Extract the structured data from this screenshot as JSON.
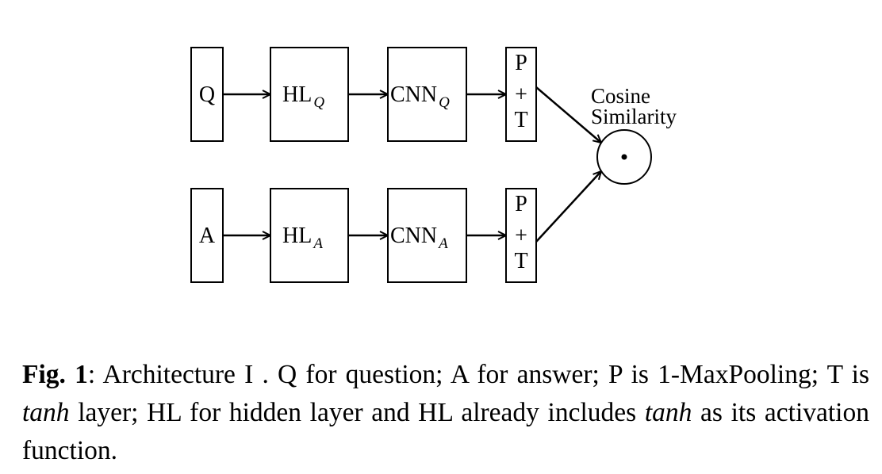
{
  "diagram": {
    "top_row": {
      "input": "Q",
      "hidden_layer": {
        "base": "HL",
        "sub": "Q"
      },
      "cnn": {
        "base": "CNN",
        "sub": "Q"
      },
      "pool": {
        "top": "P",
        "mid": "+",
        "bottom": "T"
      }
    },
    "bottom_row": {
      "input": "A",
      "hidden_layer": {
        "base": "HL",
        "sub": "A"
      },
      "cnn": {
        "base": "CNN",
        "sub": "A"
      },
      "pool": {
        "top": "P",
        "mid": "+",
        "bottom": "T"
      }
    },
    "similarity": {
      "line1": "Cosine",
      "line2": "Similarity",
      "symbol": "•"
    }
  },
  "caption": {
    "label": "Fig. 1",
    "part1": ":  Architecture I .  Q for question;  A for answer;  P is 1-MaxPooling; T is ",
    "tanh1": "tanh",
    "part2": " layer; HL for hidden layer and HL already includes ",
    "tanh2": "tanh",
    "part3": " as its activation function."
  }
}
